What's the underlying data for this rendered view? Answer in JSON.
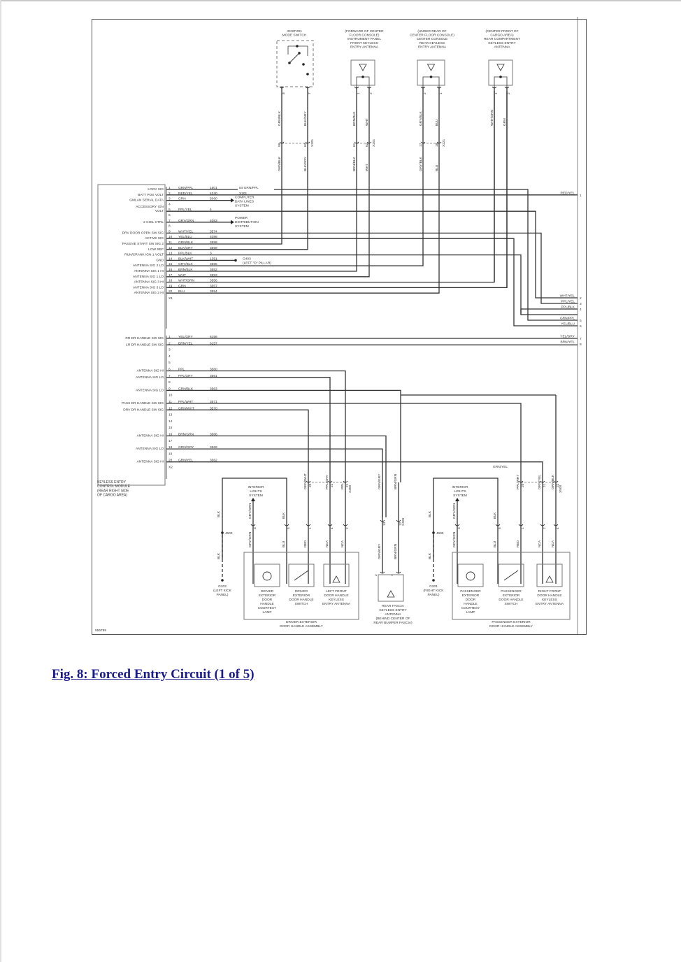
{
  "figure": {
    "caption": "Fig. 8: Forced Entry Circuit (1 of 5)",
    "id_number": "555789"
  },
  "module": {
    "name_lines": [
      "KEYLESS ENTRY",
      "CONTROL MODULE",
      "(REAR RIGHT SIDE",
      "OF CARGO AREA)"
    ],
    "connector_x1": {
      "label": "X1",
      "pins": [
        {
          "pin": "1",
          "signal": "LOCK SIG",
          "wire": "GRN/PPL",
          "circuit": "1601"
        },
        {
          "pin": "2",
          "signal": "BATT POS VOLT",
          "wire": "RED/YEL",
          "circuit": "4340"
        },
        {
          "pin": "3",
          "signal": "GMLAN SERIAL DATA",
          "wire": "GRN",
          "circuit": "5060"
        },
        {
          "pin": "4",
          "signal": "",
          "wire": "",
          "circuit": ""
        },
        {
          "pin": "5",
          "signal": "ACCESSORY IGN VOLT",
          "wire": "PPL/YEL",
          "circuit": "4"
        },
        {
          "pin": "6",
          "signal": "",
          "wire": "",
          "circuit": ""
        },
        {
          "pin": "7",
          "signal": "2 COIL CTRL",
          "wire": "GRY/GRN",
          "circuit": "4083"
        },
        {
          "pin": "8",
          "signal": "",
          "wire": "",
          "circuit": ""
        },
        {
          "pin": "9",
          "signal": "DRV DOOR OPEN SW SIG",
          "wire": "WHT/YEL",
          "circuit": "3574"
        },
        {
          "pin": "10",
          "signal": "ACTIVE SIG",
          "wire": "YEL/BLU",
          "circuit": "4086"
        },
        {
          "pin": "11",
          "signal": "PASSIVE START SW SIG 2",
          "wire": "GRN/BLK",
          "circuit": "3558"
        },
        {
          "pin": "12",
          "signal": "LOW REF",
          "wire": "BLK/GRY",
          "circuit": "3559"
        },
        {
          "pin": "13",
          "signal": "RUN/CRANK IGN 1 VOLT",
          "wire": "PPL/BLK",
          "circuit": "3"
        },
        {
          "pin": "14",
          "signal": "GND",
          "wire": "BLK/WHT",
          "circuit": "1351"
        },
        {
          "pin": "15",
          "signal": "ANTENNA SIG 2 LO",
          "wire": "GRY/BLK",
          "circuit": "3555"
        },
        {
          "pin": "16",
          "signal": "ANTENNA SIG 1 HI",
          "wire": "BRN/BLK",
          "circuit": "3552"
        },
        {
          "pin": "17",
          "signal": "ANTENNA SIG 1 LO",
          "wire": "WHT",
          "circuit": "3553"
        },
        {
          "pin": "18",
          "signal": "ANTENNA SIG 3 HI",
          "wire": "WHT/GRN",
          "circuit": "3556"
        },
        {
          "pin": "19",
          "signal": "ANTENNA SIG 3 LO",
          "wire": "GRN",
          "circuit": "3557"
        },
        {
          "pin": "20",
          "signal": "ANTENNA SIG 2 HI",
          "wire": "BLU",
          "circuit": "3554"
        }
      ]
    },
    "connector_x2": {
      "label": "X2",
      "pins": [
        {
          "pin": "1",
          "signal": "RR DR HANDLE SW SIG",
          "wire": "YEL/GRY",
          "circuit": "6156"
        },
        {
          "pin": "2",
          "signal": "LR DR HANDLE SW SIG",
          "wire": "BRN/YEL",
          "circuit": "6157"
        },
        {
          "pin": "3",
          "signal": "",
          "wire": "",
          "circuit": ""
        },
        {
          "pin": "4",
          "signal": "",
          "wire": "",
          "circuit": ""
        },
        {
          "pin": "5",
          "signal": "",
          "wire": "",
          "circuit": ""
        },
        {
          "pin": "6",
          "signal": "ANTENNA SIG HI",
          "wire": "PPL",
          "circuit": "3560"
        },
        {
          "pin": "7",
          "signal": "ANTENNA SIG LO",
          "wire": "PPL/GRY",
          "circuit": "3561"
        },
        {
          "pin": "8",
          "signal": "",
          "wire": "",
          "circuit": ""
        },
        {
          "pin": "9",
          "signal": "ANTENNA SIG LO",
          "wire": "GRN/BLK",
          "circuit": "3563"
        },
        {
          "pin": "10",
          "signal": "",
          "wire": "",
          "circuit": ""
        },
        {
          "pin": "11",
          "signal": "PASS DR HANDLE SW SIG",
          "wire": "PPL/WHT",
          "circuit": "3571"
        },
        {
          "pin": "12",
          "signal": "DRV DR HANDLE SW SIG",
          "wire": "GRN/WHT",
          "circuit": "3570"
        },
        {
          "pin": "13",
          "signal": "",
          "wire": "",
          "circuit": ""
        },
        {
          "pin": "14",
          "signal": "",
          "wire": "",
          "circuit": ""
        },
        {
          "pin": "15",
          "signal": "",
          "wire": "",
          "circuit": ""
        },
        {
          "pin": "16",
          "signal": "ANTENNA SIG HI",
          "wire": "BRN/GRN",
          "circuit": "3566"
        },
        {
          "pin": "17",
          "signal": "",
          "wire": "",
          "circuit": ""
        },
        {
          "pin": "18",
          "signal": "ANTENNA SIG LO",
          "wire": "GRN/GRY",
          "circuit": "3569"
        },
        {
          "pin": "19",
          "signal": "",
          "wire": "",
          "circuit": ""
        },
        {
          "pin": "20",
          "signal": "ANTENNA SIG HI",
          "wire": "GRN/YEL",
          "circuit": "3562"
        }
      ]
    }
  },
  "destinations": {
    "x201_splice": {
      "pin": "64",
      "wire": "GRN/PPL",
      "connector": "X201"
    },
    "computer_data": [
      "COMPUTER",
      "DATA LINES",
      "SYSTEM"
    ],
    "power_distribution": [
      "POWER",
      "DISTRIBUTION",
      "SYSTEM"
    ],
    "g403": [
      "G403",
      "(LEFT \"D\" PILLAR)"
    ],
    "right_edge": [
      {
        "wire": "RED/YEL",
        "ref": "1"
      },
      {
        "wire": "WHT/YEL",
        "ref": "2"
      },
      {
        "wire": "PPL/YEL",
        "ref": "3"
      },
      {
        "wire": "PPL/BLK",
        "ref": "4"
      },
      {
        "wire": "GRN/PPL",
        "ref": "5"
      },
      {
        "wire": "YEL/BLU",
        "ref": "6"
      },
      {
        "wire": "YEL/GRY",
        "ref": "7"
      },
      {
        "wire": "BRN/YEL",
        "ref": "8"
      }
    ]
  },
  "top_components": [
    {
      "name": [
        "IGNITION",
        "MODE SWITCH"
      ],
      "type": "switch",
      "wires": [
        {
          "pin": "3",
          "wire": "GRN/BLK",
          "x_pin": "59",
          "x_wire": "GRN/BLK"
        },
        {
          "pin": "7",
          "wire": "BLK/GRY",
          "x_pin": "60",
          "x_wire": "BLK/GRY"
        }
      ],
      "connector": "X201"
    },
    {
      "name": [
        "(FORWARD OF CENTER",
        "FLOOR CONSOLE)",
        "INSTRUMENT PANEL",
        "FRONT KEYLESS",
        "ENTRY ANTENNA"
      ],
      "type": "antenna",
      "wires": [
        {
          "pin": "1",
          "wire": "BRN/BLK",
          "x_pin": "61",
          "x_wire": "BRN/BLK"
        },
        {
          "pin": "2",
          "wire": "WHT",
          "x_pin": "62",
          "x_wire": "WHT"
        }
      ],
      "connector": "X201"
    },
    {
      "name": [
        "(UNDER REAR OF",
        "CENTER FLOOR CONSOLE)",
        "CENTER CONSOLE",
        "REAR KEYLESS",
        "ENTRY ANTENNA"
      ],
      "type": "antenna",
      "wires": [
        {
          "pin": "2",
          "wire": "GRY/BLK",
          "x_pin": "17",
          "x_wire": "GRY/BLK"
        },
        {
          "pin": "1",
          "wire": "BLU",
          "x_pin": "18",
          "x_wire": "BLU"
        }
      ],
      "connector": "X221"
    },
    {
      "name": [
        "(CENTER FRONT OF",
        "CARGO AREA)",
        "REAR COMPARTMENT",
        "KEYLESS ENTRY",
        "ANTENNA"
      ],
      "type": "antenna",
      "wires": [
        {
          "pin": "1",
          "wire": "WHT/GRN"
        },
        {
          "pin": "2",
          "wire": "GRN"
        }
      ],
      "connector": ""
    }
  ],
  "bottom": {
    "interior_lights": [
      "INTERIOR",
      "LIGHTS",
      "SYSTEM"
    ],
    "driver": {
      "assembly": [
        "DRIVER EXTERIOR",
        "DOOR HANDLE ASSEMBLY"
      ],
      "ground_wire": "BLK",
      "splice": "J500",
      "ground": [
        "G202",
        "(LEFT KICK",
        "PANEL)"
      ],
      "connector": "X300",
      "wires": [
        {
          "upper": "GRY/GRN",
          "pin": "3",
          "lower": "GRY/GRN",
          "x_pin": ""
        },
        {
          "upper": "BLK",
          "pin": "5",
          "lower": "BLU",
          "x_pin": ""
        },
        {
          "upper": "GRN/WHT",
          "pin": "1",
          "lower": "RED",
          "x_pin": "20"
        },
        {
          "upper": "PPL/GRY",
          "pin": "4",
          "lower": "NCA",
          "x_pin": "22"
        },
        {
          "upper": "PPL",
          "pin": "2",
          "lower": "NCA",
          "x_pin": "21"
        }
      ],
      "parts": [
        [
          "DRIVER",
          "EXTERIOR",
          "DOOR",
          "HANDLE",
          "COURTESY",
          "LAMP"
        ],
        [
          "DRIVER",
          "EXTERIOR",
          "DOOR HANDLE",
          "SWITCH"
        ],
        [
          "LEFT FRONT",
          "DOOR HANDLE",
          "KEYLESS",
          "ENTRY ANTENNA"
        ]
      ]
    },
    "rear_fascia": {
      "name": [
        "REAR FASCIA",
        "KEYLESS ENTRY",
        "ANTENNA",
        "(BEHIND CENTER OF",
        "REAR BUMPER FASCIA)"
      ],
      "connector": "X400",
      "wires": [
        {
          "upper": "GRN/GRY",
          "x_pin": "13",
          "lower": "GRN/GRY",
          "pin": "2"
        },
        {
          "upper": "BRN/GRN",
          "x_pin": "12",
          "lower": "BRN/GRN",
          "pin": "1"
        }
      ]
    },
    "passenger": {
      "assembly": [
        "PASSENGER EXTERIOR",
        "DOOR HANDLE ASSEMBLY"
      ],
      "ground_wire": "BLK",
      "splice": "J600",
      "ground": [
        "G201",
        "(RIGHT KICK",
        "PANEL)"
      ],
      "connector": "X500",
      "trunk_label": "GRN/YEL",
      "wires": [
        {
          "upper": "GRY/GRN",
          "pin": "3",
          "lower": "GRY/GRN",
          "x_pin": ""
        },
        {
          "upper": "BLK",
          "pin": "5",
          "lower": "BLU",
          "x_pin": ""
        },
        {
          "upper": "PPL/WHT",
          "pin": "1",
          "lower": "RED",
          "x_pin": "20"
        },
        {
          "upper": "GRN/YEL",
          "pin": "2",
          "lower": "NCA",
          "x_pin": "21"
        },
        {
          "upper": "GRN/BLK",
          "pin": "4",
          "lower": "NCA",
          "x_pin": "22"
        }
      ],
      "parts": [
        [
          "PASSENGER",
          "EXTERIOR",
          "DOOR",
          "HANDLE",
          "COURTESY",
          "LAMP"
        ],
        [
          "PASSENGER",
          "EXTERIOR",
          "DOOR HANDLE",
          "SWITCH"
        ],
        [
          "RIGHT FRONT",
          "DOOR HANDLE",
          "KEYLESS",
          "ENTRY ANTENNA"
        ]
      ]
    }
  }
}
